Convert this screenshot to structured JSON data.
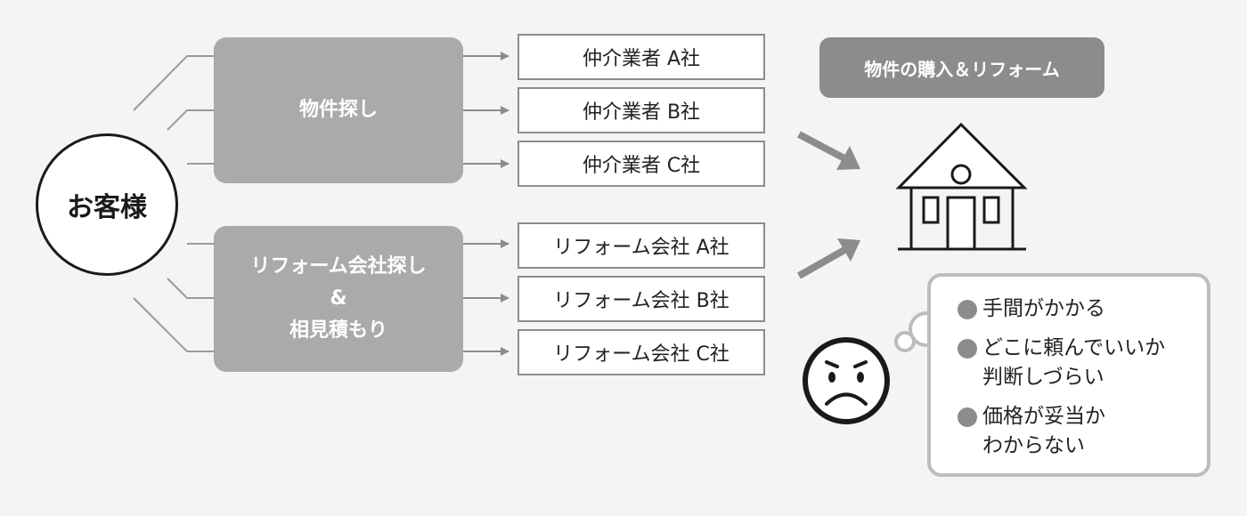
{
  "customer": {
    "label": "お客様"
  },
  "categories": [
    {
      "label": "物件探し"
    },
    {
      "label_lines": [
        "リフォーム会社探し",
        "&",
        "相見積もり"
      ]
    }
  ],
  "companies": [
    {
      "label": "仲介業者 A社"
    },
    {
      "label": "仲介業者 B社"
    },
    {
      "label": "仲介業者 C社"
    },
    {
      "label": "リフォーム会社 A社"
    },
    {
      "label": "リフォーム会社 B社"
    },
    {
      "label": "リフォーム会社 C社"
    }
  ],
  "goal": {
    "label": "物件の購入＆リフォーム",
    "icon": "house-icon"
  },
  "concerns": {
    "icon": "worried-face-icon",
    "items": [
      {
        "text": "手間がかかる"
      },
      {
        "text": "どこに頼んでいいか\n判断しづらい"
      },
      {
        "text": "価格が妥当か\nわからない"
      }
    ]
  },
  "colors": {
    "background": "#f4f4f4",
    "category_fill": "#aaaaaa",
    "badge_fill": "#8c8c8c",
    "line": "#8c8c8c",
    "outline_dark": "#1a1a1a",
    "bubble_border": "#bdbdbd"
  }
}
